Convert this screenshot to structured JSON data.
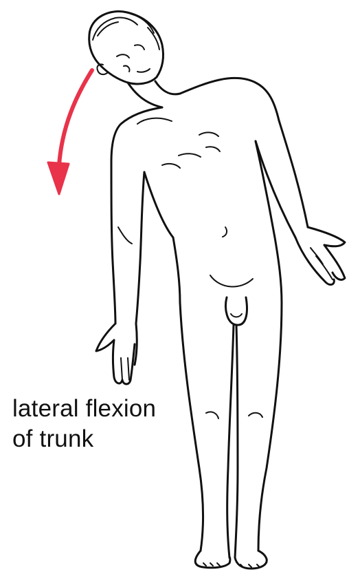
{
  "caption": {
    "line1": "lateral flexion",
    "line2": "of trunk"
  },
  "arrow": {
    "color": "#e8334a",
    "icon": "curved-arrow-down-icon"
  },
  "figure": {
    "icon": "standing-human-figure-line-art"
  }
}
